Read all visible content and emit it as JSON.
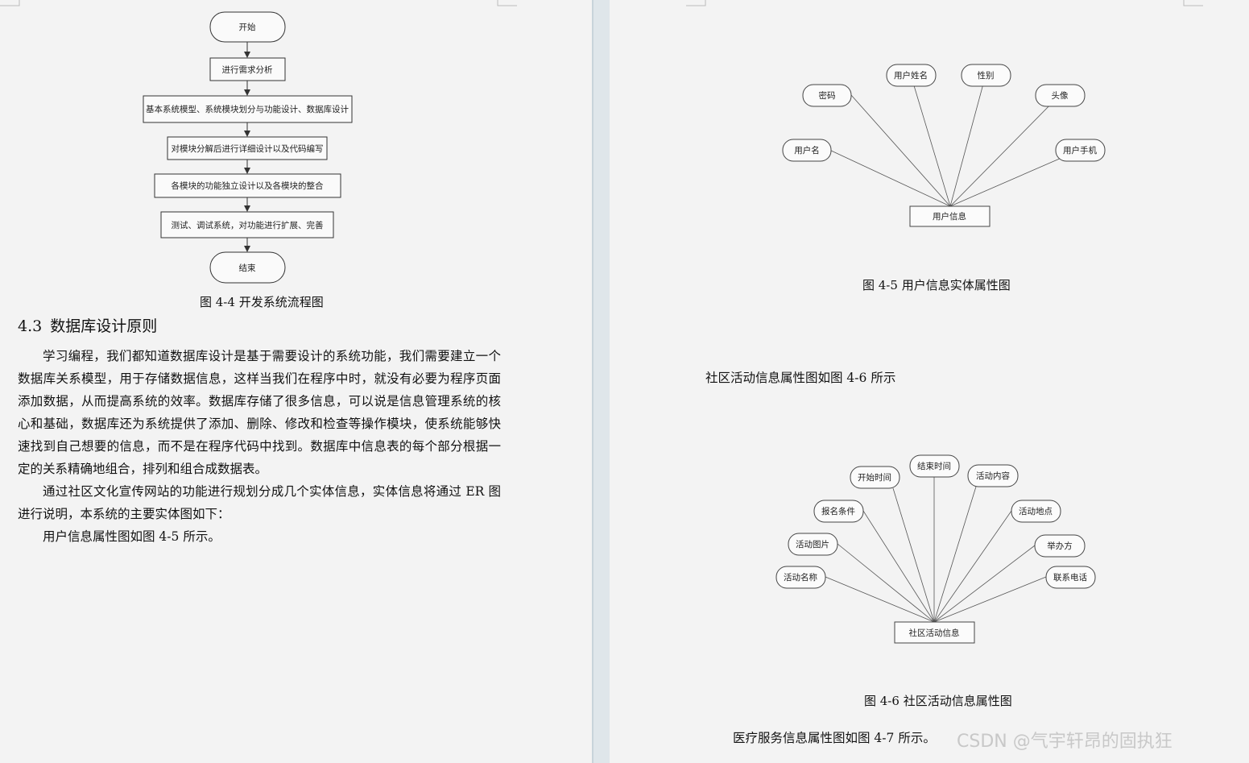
{
  "flowchart": {
    "start": "开始",
    "steps": [
      "进行需求分析",
      "基本系统模型、系统模块划分与功能设计、数据库设计",
      "对模块分解后进行详细设计以及代码编写",
      "各模块的功能独立设计以及各模块的整合",
      "测试、调试系统，对功能进行扩展、完善"
    ],
    "end": "结束",
    "caption": "图 4-4 开发系统流程图"
  },
  "section": {
    "number": "4.3",
    "title": "数据库设计原则"
  },
  "paragraphs": [
    "学习编程，我们都知道数据库设计是基于需要设计的系统功能，我们需要建立一个数据库关系模型，用于存储数据信息，这样当我们在程序中时，就没有必要为程序页面添加数据，从而提高系统的效率。数据库存储了很多信息，可以说是信息管理系统的核心和基础，数据库还为系统提供了添加、删除、修改和检查等操作模块，使系统能够快速找到自己想要的信息，而不是在程序代码中找到。数据库中信息表的每个部分根据一定的关系精确地组合，排列和组合成数据表。",
    "通过社区文化宣传网站的功能进行规划分成几个实体信息，实体信息将通过 ER 图进行说明，本系统的主要实体图如下：",
    "用户信息属性图如图 4-5 所示。"
  ],
  "er_user": {
    "entity": "用户信息",
    "attributes": [
      "用户名",
      "密码",
      "用户姓名",
      "性别",
      "头像",
      "用户手机"
    ],
    "caption": "图 4-5 用户信息实体属性图"
  },
  "intro_activity": "社区活动信息属性图如图 4-6 所示",
  "er_activity": {
    "entity": "社区活动信息",
    "attributes": [
      "活动名称",
      "活动图片",
      "报名条件",
      "开始时间",
      "结束时间",
      "活动内容",
      "活动地点",
      "举办方",
      "联系电话"
    ],
    "caption": "图 4-6 社区活动信息属性图"
  },
  "intro_medical": "医疗服务信息属性图如图 4-7 所示。",
  "watermark": "CSDN @气宇轩昂的固执狂"
}
